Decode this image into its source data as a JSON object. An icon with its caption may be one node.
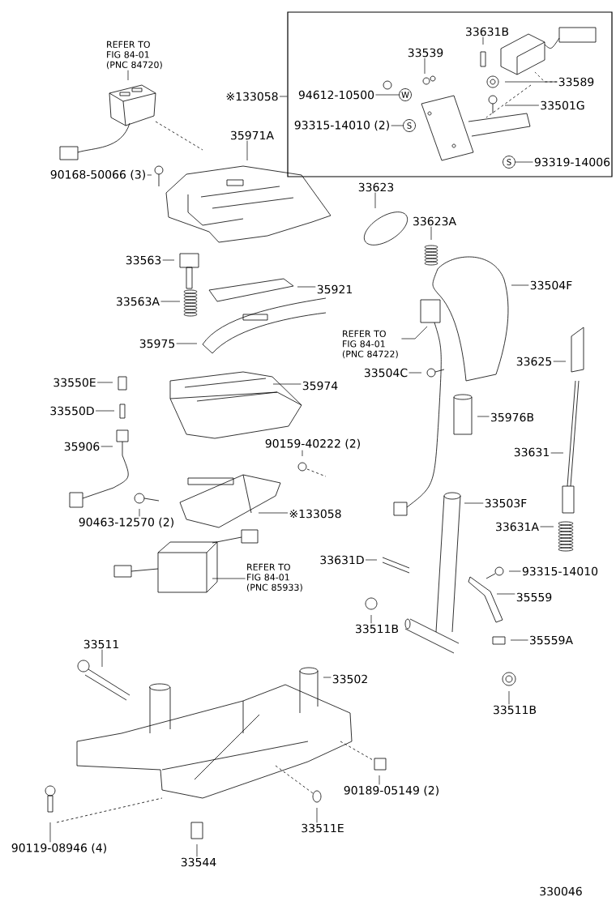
{
  "diagram": {
    "nodes": [
      {
        "text": [],
        "shape": "box"
      },
      {
        "text": [
          "33631B"
        ],
        "in": 0
      },
      {
        "text": [
          "33539"
        ],
        "in": 0
      },
      {
        "text": [
          "33589"
        ],
        "in": 0
      },
      {
        "text": [
          "94612-10500"
        ],
        "in": 0
      },
      {
        "text": [
          "33501G"
        ],
        "in": 0
      },
      {
        "text": [
          "93315-14010 (2)"
        ],
        "in": 0
      },
      {
        "text": [
          "93319-14006"
        ],
        "in": 0
      },
      {
        "text": [
          "REFER TO FIG 84-01 (PNC 84720)"
        ]
      },
      {
        "text": [
          "※133058"
        ]
      },
      {
        "text": [
          "35971A"
        ]
      },
      {
        "text": [
          "90168-50066 (3)"
        ]
      },
      {
        "text": [
          "33623"
        ]
      },
      {
        "text": [
          "33623A"
        ]
      },
      {
        "text": [
          "33563"
        ]
      },
      {
        "text": [
          "33504F"
        ]
      },
      {
        "text": [
          "35921"
        ]
      },
      {
        "text": [
          "33563A"
        ]
      },
      {
        "text": [
          "REFER TO FIG 84-01 (PNC 84722)"
        ]
      },
      {
        "text": [
          "35975"
        ]
      },
      {
        "text": [
          "33625"
        ]
      },
      {
        "text": [
          "33504C"
        ]
      },
      {
        "text": [
          "33550E"
        ]
      },
      {
        "text": [
          "35974"
        ]
      },
      {
        "text": [
          "33550D"
        ]
      },
      {
        "text": [
          "35976B"
        ]
      },
      {
        "text": [
          "35906"
        ]
      },
      {
        "text": [
          "90159-40222 (2)"
        ]
      },
      {
        "text": [
          "33631"
        ]
      },
      {
        "text": [
          "33503F"
        ]
      },
      {
        "text": [
          "90463-12570 (2)"
        ]
      },
      {
        "text": [
          "※133058"
        ]
      },
      {
        "text": [
          "33631A"
        ]
      },
      {
        "text": [
          "33631D"
        ]
      },
      {
        "text": [
          "93315-14010"
        ]
      },
      {
        "text": [
          "REFER TO FIG 84-01 (PNC 85933)"
        ]
      },
      {
        "text": [
          "35559"
        ]
      },
      {
        "text": [
          "33511B"
        ]
      },
      {
        "text": [
          "35559A"
        ]
      },
      {
        "text": [
          "33511"
        ]
      },
      {
        "text": [
          "33502"
        ]
      },
      {
        "text": [
          "33511B"
        ]
      },
      {
        "text": [
          "90189-05149 (2)"
        ]
      },
      {
        "text": [
          "90119-08946 (4)"
        ]
      },
      {
        "text": [
          "33511E"
        ]
      },
      {
        "text": [
          "33544"
        ]
      },
      {
        "text": [
          "W"
        ],
        "in": 0
      },
      {
        "text": [
          "S"
        ],
        "in": 0
      },
      {
        "text": [
          "S"
        ],
        "in": 0
      }
    ],
    "edges": [
      {
        "from": 1,
        "to": null,
        "arrow": "none"
      },
      {
        "from": 2,
        "to": null,
        "arrow": "none"
      },
      {
        "from": 3,
        "to": null,
        "arrow": "none"
      },
      {
        "from": 3,
        "to": null,
        "arrow": "none",
        "style": "dashed"
      },
      {
        "from": 4,
        "to": 46,
        "arrow": "none"
      },
      {
        "from": 5,
        "to": null,
        "arrow": "none"
      },
      {
        "from": 6,
        "to": 47,
        "arrow": "none"
      },
      {
        "from": 7,
        "to": 48,
        "arrow": "none"
      },
      {
        "from": 8,
        "to": null,
        "arrow": "none"
      },
      {
        "from": 9,
        "to": 0,
        "arrow": "none"
      },
      {
        "from": 10,
        "to": null,
        "arrow": "none"
      },
      {
        "from": 11,
        "to": null,
        "arrow": "none"
      },
      {
        "from": 12,
        "to": null,
        "arrow": "none"
      },
      {
        "from": 13,
        "to": null,
        "arrow": "none"
      },
      {
        "from": 14,
        "to": null,
        "arrow": "none"
      },
      {
        "from": 15,
        "to": null,
        "arrow": "none"
      },
      {
        "from": 16,
        "to": null,
        "arrow": "none"
      },
      {
        "from": 17,
        "to": null,
        "arrow": "none"
      },
      {
        "from": 18,
        "to": null,
        "arrow": "none"
      },
      {
        "from": 19,
        "to": null,
        "arrow": "none"
      },
      {
        "from": 20,
        "to": null,
        "arrow": "none"
      },
      {
        "from": 21,
        "to": null,
        "arrow": "none"
      },
      {
        "from": 22,
        "to": null,
        "arrow": "none"
      },
      {
        "from": 23,
        "to": null,
        "arrow": "none"
      },
      {
        "from": 24,
        "to": null,
        "arrow": "none"
      },
      {
        "from": 25,
        "to": null,
        "arrow": "none"
      },
      {
        "from": 26,
        "to": null,
        "arrow": "none"
      },
      {
        "from": 27,
        "to": null,
        "arrow": "none"
      },
      {
        "from": 28,
        "to": null,
        "arrow": "none"
      },
      {
        "from": 29,
        "to": null,
        "arrow": "none"
      },
      {
        "from": 30,
        "to": null,
        "arrow": "none"
      },
      {
        "from": 31,
        "to": null,
        "arrow": "none"
      },
      {
        "from": 32,
        "to": null,
        "arrow": "none"
      },
      {
        "from": 33,
        "to": null,
        "arrow": "none"
      },
      {
        "from": 34,
        "to": null,
        "arrow": "none"
      },
      {
        "from": 35,
        "to": null,
        "arrow": "none"
      },
      {
        "from": 36,
        "to": null,
        "arrow": "none"
      },
      {
        "from": 37,
        "to": null,
        "arrow": "none"
      },
      {
        "from": 38,
        "to": null,
        "arrow": "none"
      },
      {
        "from": 39,
        "to": null,
        "arrow": "none"
      },
      {
        "from": 40,
        "to": null,
        "arrow": "none"
      },
      {
        "from": 41,
        "to": null,
        "arrow": "none"
      },
      {
        "from": 42,
        "to": null,
        "arrow": "none"
      },
      {
        "from": 43,
        "to": null,
        "arrow": "none"
      },
      {
        "from": 44,
        "to": null,
        "arrow": "none"
      },
      {
        "from": 45,
        "to": null,
        "arrow": "none"
      }
    ],
    "labels": [
      "330046"
    ]
  }
}
